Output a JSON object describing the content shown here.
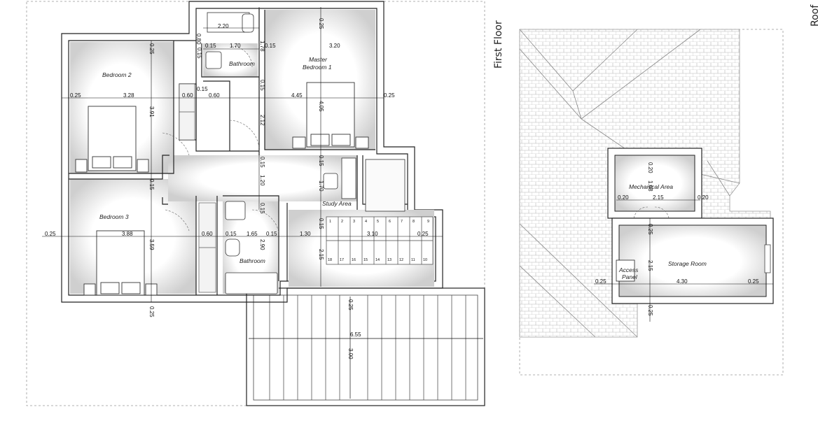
{
  "plans": {
    "first_floor": {
      "title": "First Floor",
      "rooms": {
        "bedroom2": "Bedroom 2",
        "bedroom3": "Bedroom 3",
        "master": [
          "Master",
          "Bedroom 1"
        ],
        "bathroom_top": "Bathroom",
        "bathroom_bottom": "Bathroom",
        "study": "Study Area"
      },
      "dimensions": {
        "d220": "2.20",
        "d080": "0.80",
        "d170": "1.70",
        "d015a": "0.15",
        "d015b": "0.15",
        "d178": "1.78",
        "d025top": "0.25",
        "d320": "3.20",
        "d025b2": "0.25",
        "d025left": "0.25",
        "d328": "3.28",
        "d060a": "0.60",
        "d015c": "0.15",
        "d060b": "0.60",
        "d391": "3.91",
        "d445": "4.45",
        "d405": "4.05",
        "d025right": "0.25",
        "d015d": "0.15",
        "d212": "2.12",
        "d015e": "0.15",
        "d120": "1.20",
        "d015f": "0.15",
        "d170b": "1.70",
        "d015g": "0.15",
        "d015h": "0.15",
        "d015i": "0.15",
        "d025b3": "0.25",
        "d388": "3.88",
        "d359": "3.59",
        "d060c": "0.60",
        "d015j": "0.15",
        "d165": "1.65",
        "d015k": "0.15",
        "d290": "2.90",
        "d130": "1.30",
        "d310": "3.10",
        "d025st": "0.25",
        "d215": "2.15",
        "d025bot": "0.25",
        "d025terr": "0.25",
        "d655": "6.55",
        "d300": "3.00"
      },
      "stairs_top": [
        "1",
        "2",
        "3",
        "4",
        "5",
        "6",
        "7",
        "8",
        "9"
      ],
      "stairs_bottom": [
        "18",
        "17",
        "16",
        "15",
        "14",
        "13",
        "12",
        "11",
        "10"
      ]
    },
    "roof": {
      "title": "Roof",
      "rooms": {
        "mechanical": "Mechanical Area",
        "storage": "Storage Room",
        "access_panel": [
          "Access",
          "Panel"
        ]
      },
      "dimensions": {
        "m020top": "0.20",
        "m168": "1.68",
        "m020l": "0.20",
        "m215": "2.15",
        "m020r": "0.20",
        "s025top": "0.25",
        "s215": "2.15",
        "s025l": "0.25",
        "s430": "4.30",
        "s025r": "0.25",
        "s025bot": "0.25"
      }
    }
  }
}
